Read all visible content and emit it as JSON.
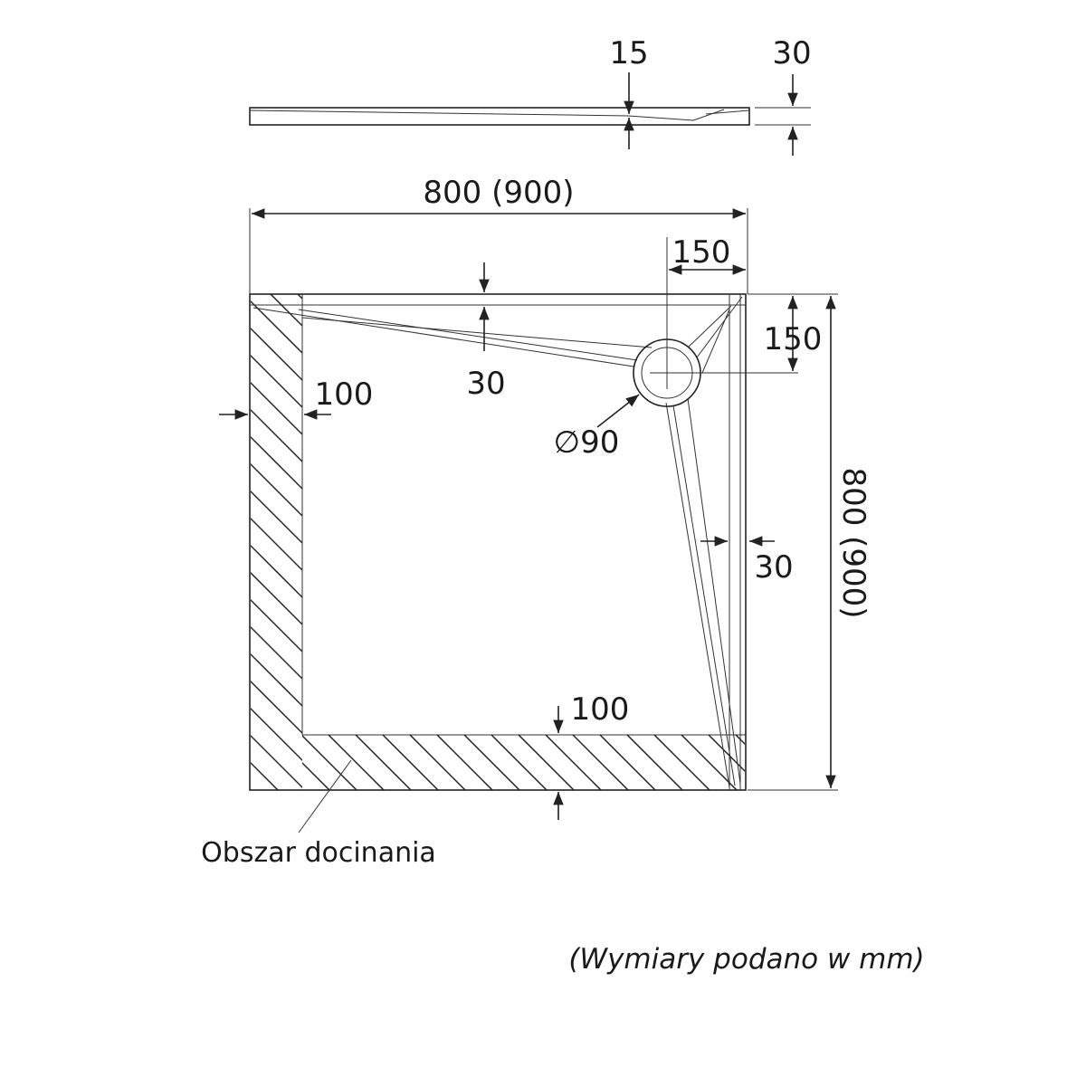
{
  "profile": {
    "drain_depth": "15",
    "tray_height": "30"
  },
  "plan": {
    "overall_width": "800 (900)",
    "overall_depth": "800 (900)",
    "drain_offset_x": "150",
    "drain_offset_y": "150",
    "slope_top": "30",
    "slope_side": "30",
    "trim_left": "100",
    "trim_bottom": "100",
    "drain_diameter": "∅90"
  },
  "trim_area_label": "Obszar docinania",
  "units_note": "(Wymiary podano w mm)"
}
